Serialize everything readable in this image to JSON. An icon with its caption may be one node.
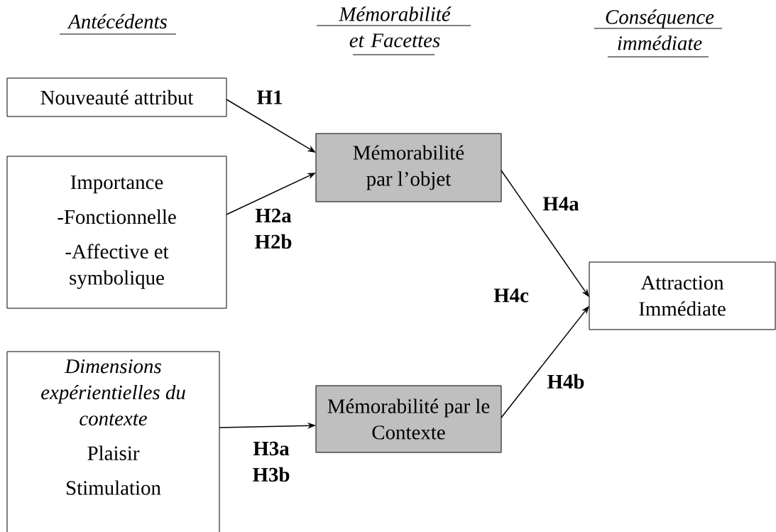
{
  "diagram": {
    "nodes": [
      {
        "text": [
          "Nouveauté attribut"
        ]
      },
      {
        "text": [
          "Importance",
          "-Fonctionnelle",
          "-Affective et symbolique"
        ]
      },
      {
        "text": [
          "Dimensions expérientielles du contexte",
          "Plaisir",
          "Stimulation"
        ]
      },
      {
        "text": [
          "Mémorabilité par l’objet"
        ]
      },
      {
        "text": [
          "Mémorabilité par le Contexte"
        ]
      },
      {
        "text": [
          "Attraction Immédiate"
        ]
      }
    ],
    "edges": [
      {
        "from": 0,
        "to": 3,
        "arrow": "to",
        "label": "H1"
      },
      {
        "from": 1,
        "to": 3,
        "arrow": "to",
        "label": "H2a H2b"
      },
      {
        "from": 2,
        "to": 4,
        "arrow": "to",
        "label": "H3a H3b"
      },
      {
        "from": 3,
        "to": 5,
        "arrow": "to",
        "label": "H4a"
      },
      {
        "from": 4,
        "to": 5,
        "arrow": "to",
        "label": "H4b"
      }
    ],
    "labels": [
      "Antécédents",
      "Mémorabilité et Facettes",
      "Conséquence immédiate",
      "H4c"
    ]
  }
}
